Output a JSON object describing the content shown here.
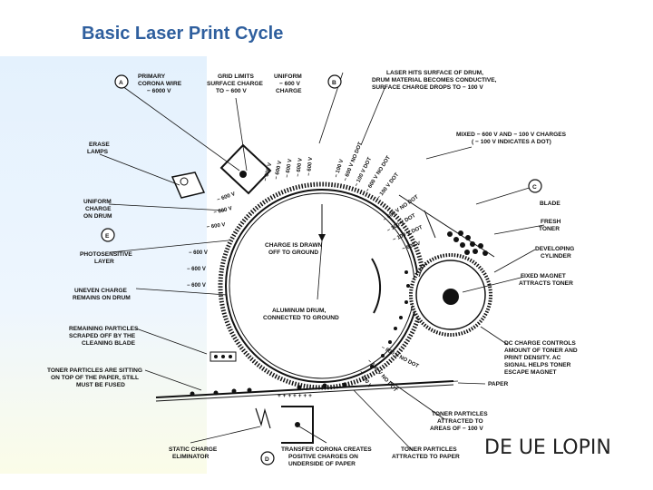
{
  "slide": {
    "title": "Basic Laser Print Cycle"
  },
  "diagram": {
    "circle_letters": [
      "A",
      "B",
      "C",
      "D",
      "E"
    ],
    "labels": {
      "primary_corona": [
        "PRIMARY",
        "CORONA WIRE",
        "− 6000 V"
      ],
      "grid_limits": [
        "GRID LIMITS",
        "SURFACE CHARGE",
        "TO − 600 V"
      ],
      "uniform": [
        "UNIFORM",
        "− 600 V",
        "CHARGE"
      ],
      "laser_hits": [
        "LASER HITS SURFACE OF DRUM,",
        "DRUM MATERIAL BECOMES CONDUCTIVE,",
        "SURFACE CHARGE DROPS TO − 100 V"
      ],
      "mixed": [
        "MIXED − 600 V AND − 100 V CHARGES",
        "( − 100 V INDICATES A DOT)"
      ],
      "erase_lamps": [
        "ERASE",
        "LAMPS"
      ],
      "uniform_charge": [
        "UNIFORM",
        "CHARGE",
        "ON DRUM"
      ],
      "photosensitive": [
        "PHOTOSENSITIVE",
        "LAYER"
      ],
      "uneven_charge": [
        "UNEVEN CHARGE",
        "REMAINS ON DRUM"
      ],
      "remaining": [
        "REMAINING PARTICLES",
        "SCRAPED OFF BY THE",
        "CLEANING BLADE"
      ],
      "toner_sitting": [
        "TONER PARTICLES ARE SITTING",
        "ON TOP OF THE PAPER, STILL",
        "MUST BE FUSED"
      ],
      "static_elim": [
        "STATIC CHARGE",
        "ELIMINATOR"
      ],
      "transfer_corona": [
        "TRANSFER CORONA CREATES",
        "POSITIVE CHARGES ON",
        "UNDERSIDE OF PAPER"
      ],
      "toner_to_paper": [
        "TONER PARTICLES",
        "ATTRACTED TO PAPER"
      ],
      "toner_to_areas": [
        "TONER PARTICLES",
        "ATTRACTED TO",
        "AREAS OF − 100 V"
      ],
      "charge_drawn": [
        "CHARGE IS DRAWN",
        "OFF TO GROUND"
      ],
      "aluminum_drum": [
        "ALUMINUM DRUM,",
        "CONNECTED TO GROUND"
      ],
      "blade": [
        "BLADE"
      ],
      "fresh_toner": [
        "FRESH",
        "TONER"
      ],
      "developing": [
        "DEVELOPING",
        "CYLINDER"
      ],
      "fixed_magnet": [
        "FIXED MAGNET",
        "ATTRACTS TONER"
      ],
      "dc_charge": [
        "DC CHARGE CONTROLS",
        "AMOUNT OF TONER AND",
        "PRINT DENSITY. AC",
        "SIGNAL HELPS TONER",
        "ESCAPE MAGNET"
      ],
      "paper": [
        "PAPER"
      ]
    },
    "drum_voltages_left": [
      "− 600 V",
      "− 600 V",
      "− 600 V",
      "− 600 V",
      "− 600 V",
      "− 600 V"
    ],
    "drum_voltages_top": [
      "− 600 V",
      "− 600 V",
      "− 600 V",
      "− 600 V",
      "− 600 V",
      "− 100 V",
      "− 600 V NO DOT",
      "− 100 V DOT",
      "− 600 V NO DOT",
      "− 100 V DOT"
    ],
    "drum_voltages_right": [
      "− 600 V NO DOT",
      "− 100 V DOT",
      "− 100 V DOT",
      "− 600 V"
    ],
    "drum_voltages_bottom": [
      "− 600 V NO DOT",
      "− 600 V NO DOT",
      "− 100 V"
    ],
    "handwriting": "DE UE LOPIN"
  }
}
